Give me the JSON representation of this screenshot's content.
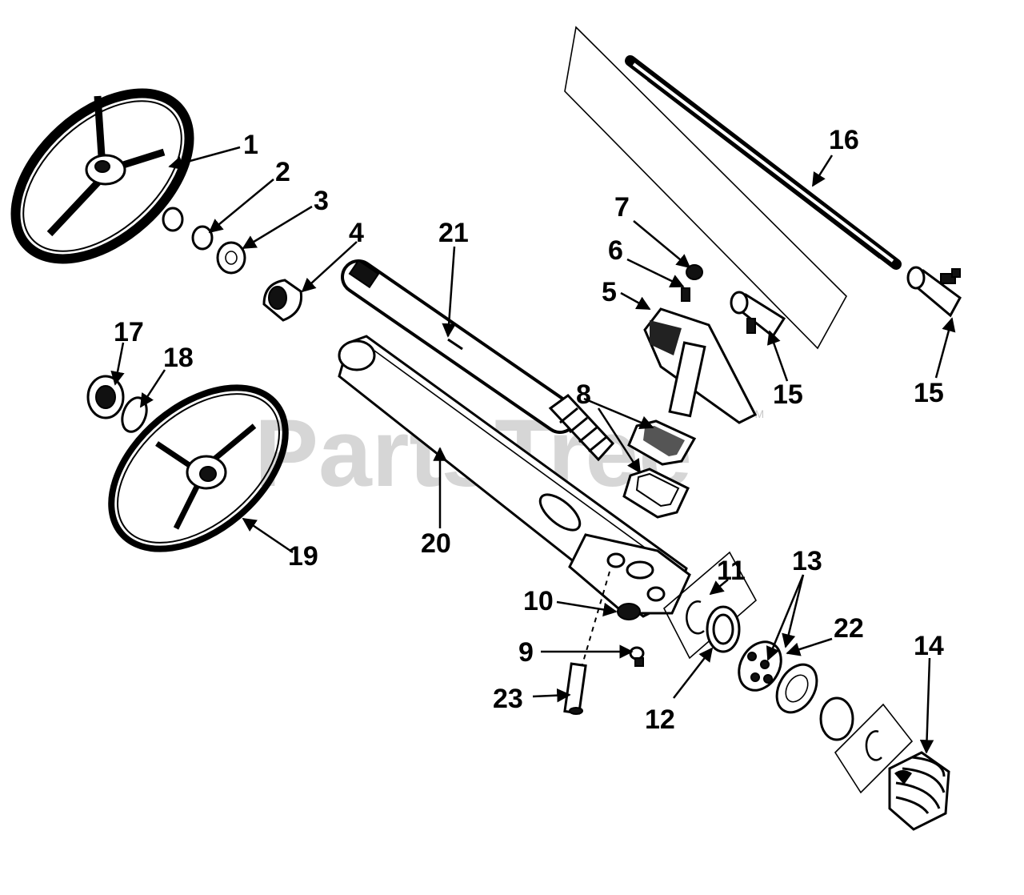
{
  "watermark": {
    "text": "PartsTree",
    "trademark": "TM"
  },
  "callouts": [
    "1",
    "2",
    "3",
    "4",
    "5",
    "6",
    "7",
    "8",
    "9",
    "10",
    "11",
    "12",
    "13",
    "14",
    "15",
    "15",
    "16",
    "17",
    "18",
    "19",
    "20",
    "21",
    "22",
    "23"
  ],
  "colors": {
    "line": "#000000",
    "background": "#ffffff",
    "watermark": "#d6d6d6"
  }
}
